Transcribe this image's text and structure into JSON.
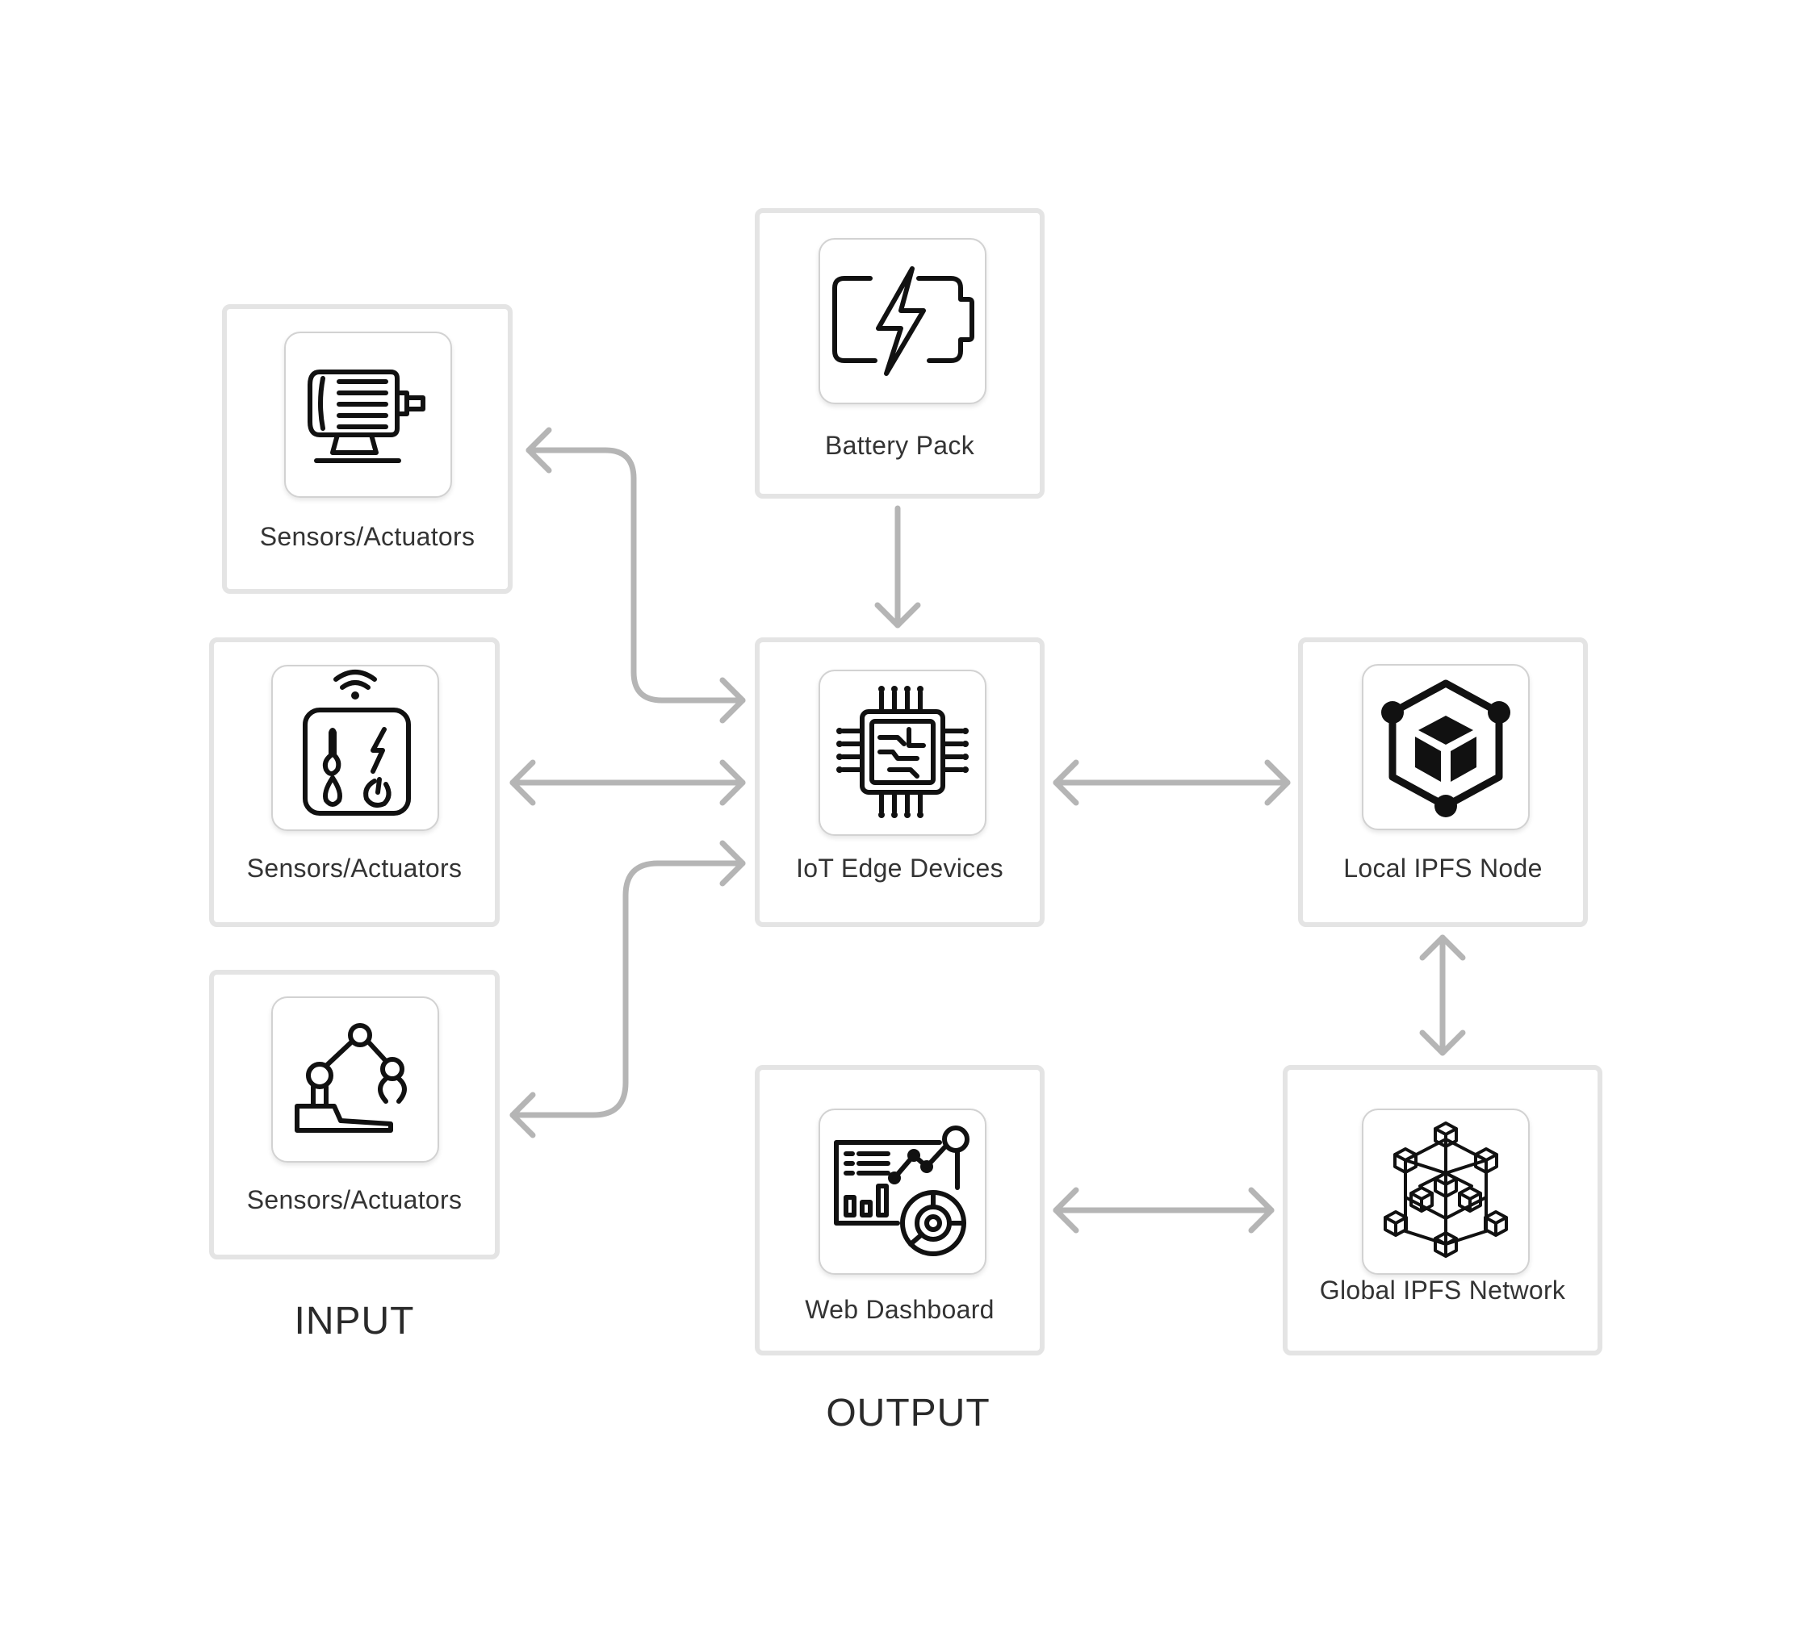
{
  "nodes": {
    "battery": {
      "label": "Battery Pack",
      "icon": "battery-charging-icon"
    },
    "sensor_top": {
      "label": "Sensors/Actuators",
      "icon": "electric-motor-icon"
    },
    "sensor_mid": {
      "label": "Sensors/Actuators",
      "icon": "sensor-panel-icon"
    },
    "sensor_bottom": {
      "label": "Sensors/Actuators",
      "icon": "robotic-arm-icon"
    },
    "edge": {
      "label": "IoT Edge Devices",
      "icon": "microchip-icon"
    },
    "local_ipfs": {
      "label": "Local IPFS Node",
      "icon": "ipfs-node-icon"
    },
    "dashboard": {
      "label": "Web Dashboard",
      "icon": "dashboard-icon"
    },
    "global_ipfs": {
      "label": "Global IPFS Network",
      "icon": "cube-network-icon"
    }
  },
  "sections": {
    "input": "INPUT",
    "output": "OUTPUT"
  },
  "colors": {
    "border": "#e4e4e4",
    "arrow": "#b5b5b5",
    "icon": "#111111",
    "text": "#333333"
  }
}
